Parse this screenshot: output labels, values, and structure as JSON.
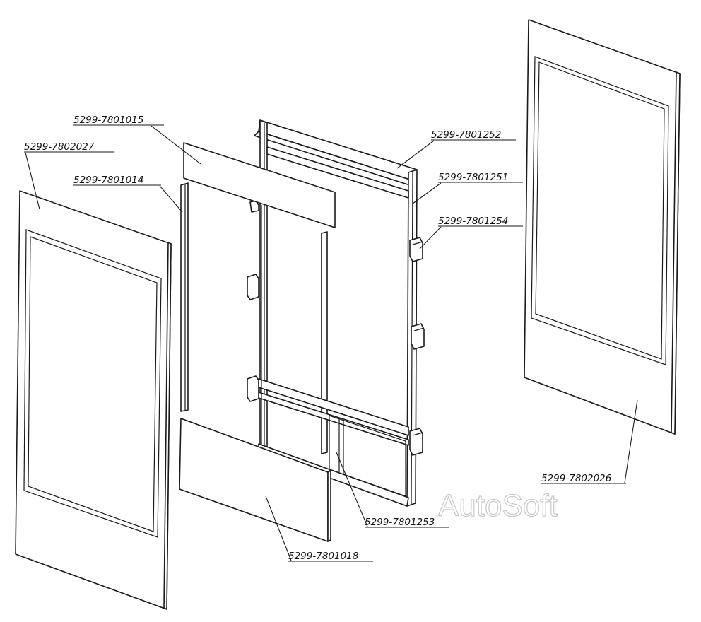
{
  "diagram": {
    "labels": {
      "left_panel": "5299-7802027",
      "top_trim": "5299-7801015",
      "side_strip": "5299-7801014",
      "frame_top_bar": "5299-7801252",
      "frame": "5299-7801251",
      "bracket": "5299-7801254",
      "right_panel": "5299-7802026",
      "lower_bar": "5299-7801253",
      "bottom_plate": "5299-7801018"
    },
    "watermark": "AutoSoft"
  }
}
